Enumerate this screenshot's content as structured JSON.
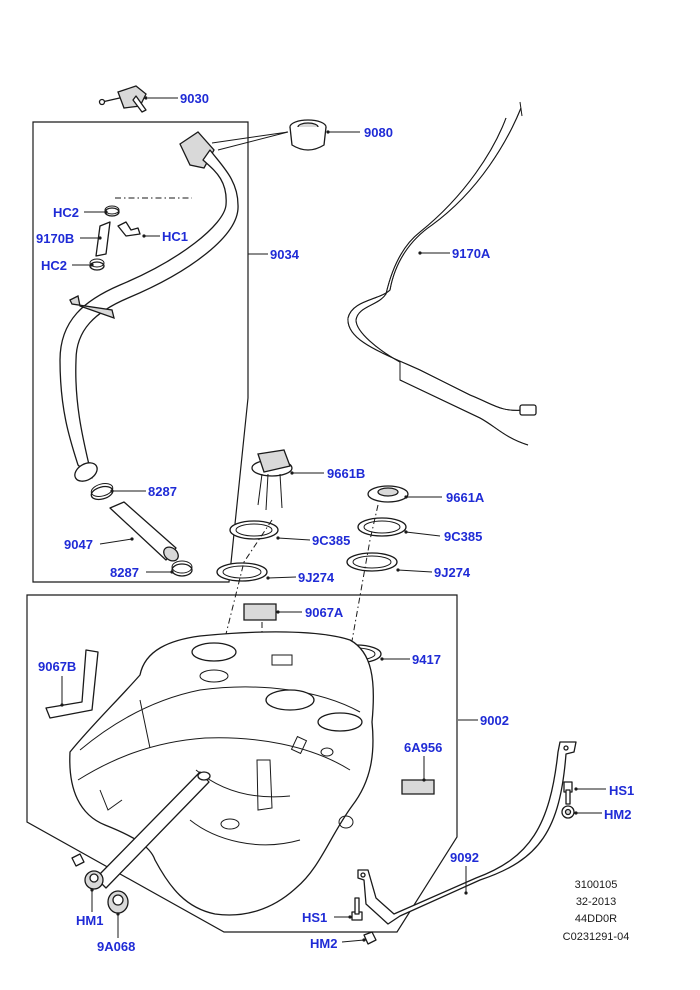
{
  "colors": {
    "callout": "#1f2bd6",
    "line": "#1a1a1a",
    "background": "#ffffff"
  },
  "labels": {
    "p9030": "9030",
    "p9080": "9080",
    "p9034": "9034",
    "hc2_top": "HC2",
    "hc1": "HC1",
    "p9170b": "9170B",
    "hc2_bottom": "HC2",
    "p9170a": "9170A",
    "p8287_top": "8287",
    "p9047": "9047",
    "p8287_bottom": "8287",
    "p9661b": "9661B",
    "p9661a": "9661A",
    "p9c385_left": "9C385",
    "p9c385_right": "9C385",
    "p9j274_left": "9J274",
    "p9j274_right": "9J274",
    "p9067a": "9067A",
    "p9067b": "9067B",
    "p9417": "9417",
    "p9002": "9002",
    "p6a956": "6A956",
    "hs1_right": "HS1",
    "hm2_right": "HM2",
    "p9092": "9092",
    "hm1": "HM1",
    "p9a068": "9A068",
    "hs1_bottom": "HS1",
    "hm2_bottom": "HM2"
  },
  "reference": {
    "line1": "3100105",
    "line2": "32-2013",
    "line3": "44DD0R",
    "line4": "C0231291-04"
  }
}
